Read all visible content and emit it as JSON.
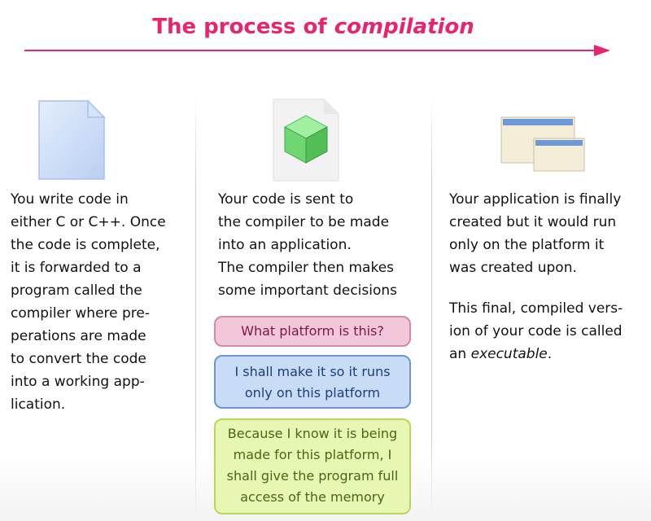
{
  "title": {
    "prefix": "The process of ",
    "emphasis": "compilation"
  },
  "columns": [
    {
      "lines": [
        "You write code in",
        "either C or C++. Once",
        "the code is complete,",
        "it is forwarded to a",
        "program called the",
        "compiler where pre-",
        "perations are made",
        "to convert the code",
        "into a working app-",
        "lication."
      ]
    },
    {
      "lines": [
        "Your code is sent to",
        "the compiler to be made",
        "into an application.",
        "The compiler then makes",
        "some important decisions"
      ]
    },
    {
      "paragraph1": [
        "Your application is finally",
        "created but it would run",
        "only on the platform it",
        "was created upon."
      ],
      "paragraph2": [
        "This final, compiled vers-",
        "ion of your code is called"
      ],
      "last_line_prefix": "an ",
      "last_line_emphasis": "executable",
      "last_line_suffix": "."
    }
  ],
  "decisions": [
    {
      "lines": [
        "What platform is this?"
      ],
      "color": "#f2c7d9"
    },
    {
      "lines": [
        "I shall make it so it runs",
        "only on this platform"
      ],
      "color": "#c9dcf6"
    },
    {
      "lines": [
        "Because I know it is being",
        "made for this platform, I",
        "shall give the program full",
        "access of the memory"
      ],
      "color": "#e8f6b4"
    }
  ],
  "icons": [
    "document-icon",
    "cube-icon",
    "application-windows-icon"
  ],
  "colors": {
    "accent": "#e8246e"
  }
}
